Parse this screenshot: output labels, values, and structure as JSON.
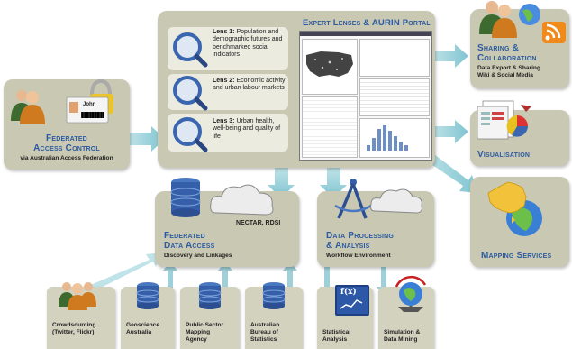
{
  "portal": {
    "title": "Expert Lenses & AURIN Portal",
    "lenses": [
      {
        "label": "Lens 1:",
        "text": "Population and demographic futures and benchmarked social indicators"
      },
      {
        "label": "Lens 2:",
        "text": "Economic activity and urban labour markets"
      },
      {
        "label": "Lens 3:",
        "text": "Urban health, well-being and quality of life"
      }
    ]
  },
  "access_control": {
    "title_line1": "Federated",
    "title_line2": "Access Control",
    "subtitle": "via Australian Access Federation",
    "card_name": "John"
  },
  "sharing": {
    "title_line1": "Sharing &",
    "title_line2": "Collaboration",
    "subtitle_line1": "Data Export & Sharing",
    "subtitle_line2": "Wiki & Social Media"
  },
  "visualisation": {
    "title": "Visualisation"
  },
  "mapping": {
    "title": "Mapping Services"
  },
  "data_access": {
    "title_line1": "Federated",
    "title_line2": "Data Access",
    "subtitle": "Discovery and Linkages",
    "cloud_label": "NECTAR, RDSI"
  },
  "processing": {
    "title_line1": "Data Processing",
    "title_line2": "& Analysis",
    "subtitle": "Workflow Environment",
    "formula": "f(x)"
  },
  "sources": [
    {
      "line1": "Crowdsourcing",
      "line2": "(Twitter, Flickr)",
      "line3": ""
    },
    {
      "line1": "Geoscience",
      "line2": "Australia",
      "line3": ""
    },
    {
      "line1": "Public Sector",
      "line2": "Mapping",
      "line3": "Agency"
    },
    {
      "line1": "Australian",
      "line2": "Bureau of",
      "line3": "Statistics"
    }
  ],
  "tools": [
    {
      "line1": "Statistical",
      "line2": "Analysis"
    },
    {
      "line1": "Simulation &",
      "line2": "Data Mining"
    }
  ],
  "colors": {
    "panel": "#c9c8b2",
    "title_blue": "#2b5aa0",
    "arrow": "#8ccbd6"
  }
}
